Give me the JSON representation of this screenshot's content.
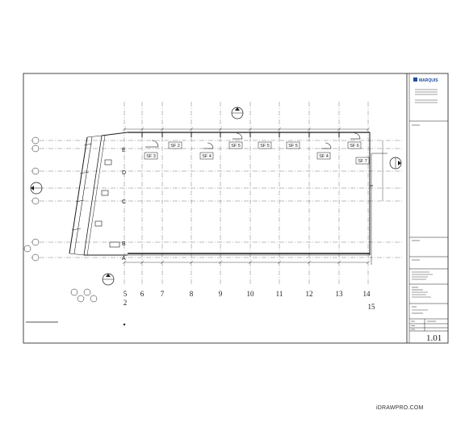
{
  "watermark": "iDRAWPRO.COM",
  "colors": {
    "line": "#1a1a1a",
    "logo": "#1f4fa0",
    "paper": "#ffffff",
    "dashed": "#555555"
  },
  "title_block": {
    "logo_text": "MARQUIS",
    "sheet_number": "1.01"
  },
  "plan": {
    "columns": [
      "6",
      "7",
      "8",
      "9",
      "10",
      "11",
      "12",
      "13",
      "14",
      "15"
    ],
    "left_tags": [
      "5",
      "2"
    ],
    "rows": [
      "E",
      "D",
      "C",
      "B",
      "A"
    ],
    "storefronts": [
      {
        "label": "SF 3"
      },
      {
        "label": "SF 2"
      },
      {
        "label": "SF 4"
      },
      {
        "label": "SF 5"
      },
      {
        "label": "SF 5"
      },
      {
        "label": "SF 5"
      },
      {
        "label": "SF 4"
      },
      {
        "label": "SF 6"
      },
      {
        "label": "SF 7"
      }
    ]
  }
}
